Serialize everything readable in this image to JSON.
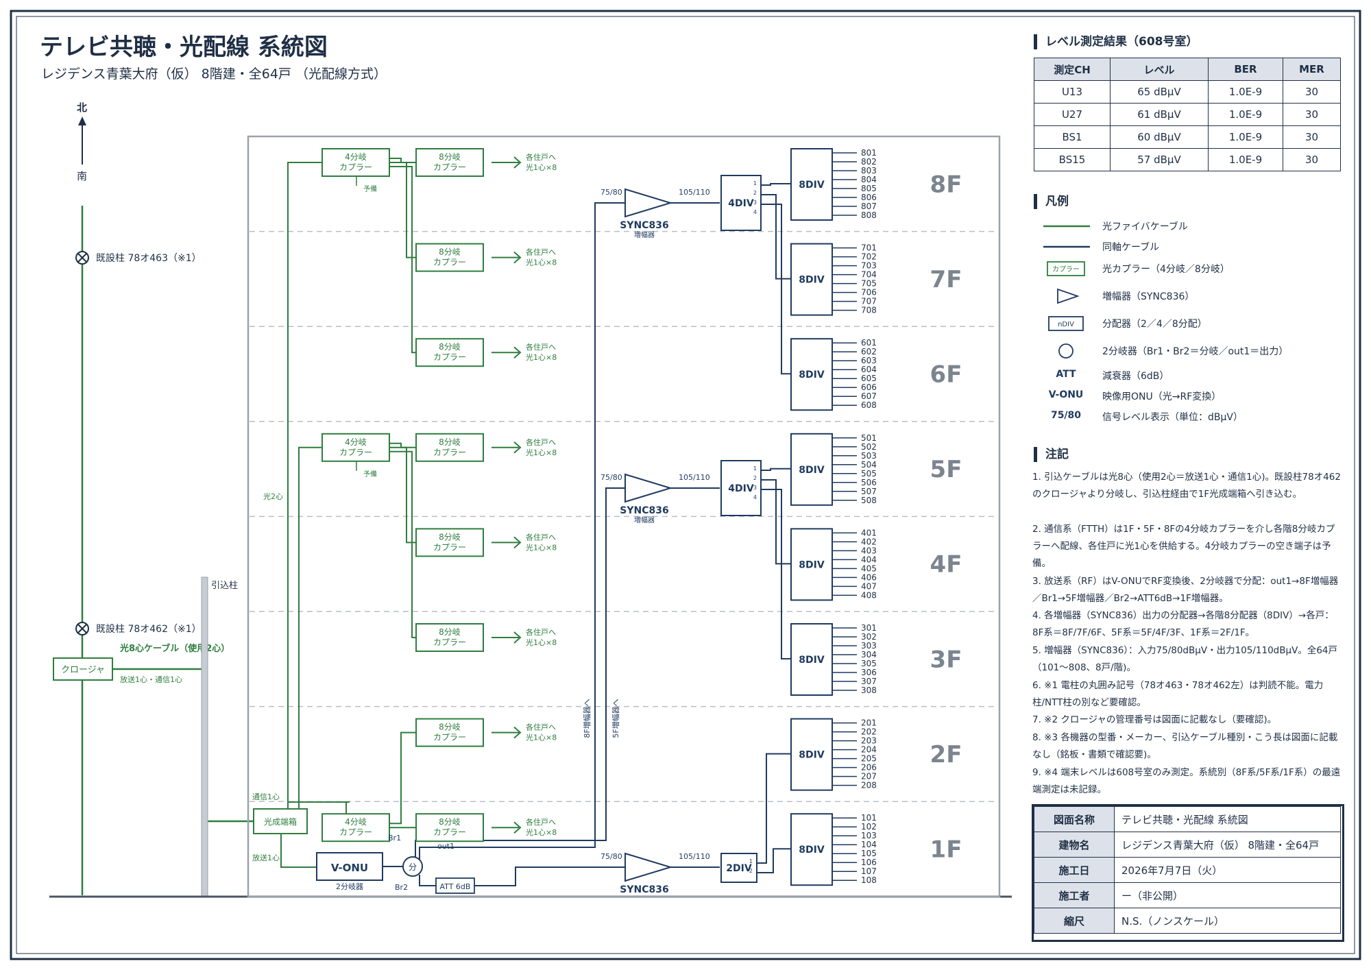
{
  "header": {
    "title": "テレビ共聴・光配線 系統図",
    "subtitle": "レジデンス青葉大府（仮） 8階建・全64戸 （光配線方式）"
  },
  "compass": {
    "north": "北",
    "south": "南"
  },
  "poles": {
    "pole1": "既設柱 78オ463（※1）",
    "pole2": "既設柱 78オ462（※1）",
    "drop_pole": "引込柱"
  },
  "closure": {
    "label": "クロージャ",
    "cable_label": "光8心ケーブル（使用2心）",
    "cable_sub": "放送1心・通信1心"
  },
  "floors": [
    "8F",
    "7F",
    "6F",
    "5F",
    "4F",
    "3F",
    "2F",
    "1F"
  ],
  "units": {
    "8F": [
      "801",
      "802",
      "803",
      "804",
      "805",
      "806",
      "807",
      "808"
    ],
    "7F": [
      "701",
      "702",
      "703",
      "704",
      "705",
      "706",
      "707",
      "708"
    ],
    "6F": [
      "601",
      "602",
      "603",
      "604",
      "605",
      "606",
      "607",
      "608"
    ],
    "5F": [
      "501",
      "502",
      "503",
      "504",
      "505",
      "506",
      "507",
      "508"
    ],
    "4F": [
      "401",
      "402",
      "403",
      "404",
      "405",
      "406",
      "407",
      "408"
    ],
    "3F": [
      "301",
      "302",
      "303",
      "304",
      "305",
      "306",
      "307",
      "308"
    ],
    "2F": [
      "201",
      "202",
      "203",
      "204",
      "205",
      "206",
      "207",
      "208"
    ],
    "1F": [
      "101",
      "102",
      "103",
      "104",
      "105",
      "106",
      "107",
      "108"
    ]
  },
  "blocks": {
    "coupler4": [
      "4分岐",
      "カプラー"
    ],
    "coupler8": [
      "8分岐",
      "カプラー"
    ],
    "spare": "予備",
    "dest": [
      "各住戸へ",
      "光1心×8"
    ],
    "amp": "SYNC836",
    "amp_sub": "増幅器",
    "amp_in": "75/80",
    "amp_out": "105/110",
    "div4": "4DIV",
    "div8": "8DIV",
    "div2": "2DIV",
    "optical_box": "光成端箱",
    "vonu": "V-ONU",
    "splitter": "分",
    "splitter_sub": "2分岐器",
    "att": "ATT 6dB",
    "br1": "Br1",
    "br2": "Br2",
    "out1": "out1",
    "fiber2": "光2心",
    "comm1": "通信1心",
    "broadcast1": "放送1心",
    "to8f": "8F増幅器へ",
    "to5f": "5F増幅器へ"
  },
  "level": {
    "heading": "レベル測定結果（608号室）",
    "headers": [
      "測定CH",
      "レベル",
      "BER",
      "MER"
    ],
    "rows": [
      [
        "U13",
        "65 dBμV",
        "1.0E-9",
        "30"
      ],
      [
        "U27",
        "61 dBμV",
        "1.0E-9",
        "30"
      ],
      [
        "BS1",
        "60 dBμV",
        "1.0E-9",
        "30"
      ],
      [
        "BS15",
        "57 dBμV",
        "1.0E-9",
        "30"
      ]
    ]
  },
  "legend": {
    "heading": "凡例",
    "items": [
      {
        "sym": "",
        "text": "光ファイバケーブル"
      },
      {
        "sym": "",
        "text": "同軸ケーブル"
      },
      {
        "sym": "カプラー",
        "text": "光カプラー（4分岐／8分岐）"
      },
      {
        "sym": "",
        "text": "増幅器（SYNC836）"
      },
      {
        "sym": "nDIV",
        "text": "分配器（2／4／8分配）"
      },
      {
        "sym": "",
        "text": "2分岐器（Br1・Br2＝分岐／out1＝出力）"
      },
      {
        "sym": "ATT",
        "text": "減衰器（6dB）"
      },
      {
        "sym": "V-ONU",
        "text": "映像用ONU（光→RF変換）"
      },
      {
        "sym": "75/80",
        "text": "信号レベル表示（単位：dBμV）"
      }
    ]
  },
  "notes": {
    "heading": "注記",
    "items": [
      "1. 引込ケーブルは光8心（使用2心＝放送1心・通信1心)。既設柱78オ462のクロージャより分岐し、引込柱経由で1F光成端箱へ引き込む。",
      "2. 通信系（FTTH）は1F・5F・8Fの4分岐カプラーを介し各階8分岐カプラーへ配線、各住戸に光1心を供給する。4分岐カプラーの空き端子は予備。",
      "3. 放送系（RF）はV-ONUでRF変換後、2分岐器で分配：out1→8F増幅器／Br1→5F増幅器／Br2→ATT6dB→1F増幅器。",
      "4. 各増幅器（SYNC836）出力の分配器→各階8分配器（8DIV）→各戸：8F系＝8F/7F/6F、5F系＝5F/4F/3F、1F系＝2F/1F。",
      "5. 増幅器（SYNC836）：入力75/80dBμV・出力105/110dBμV。全64戸（101〜808、8戸/階)。",
      "6. ※1 電柱の丸囲み記号（78オ463・78オ462左）は判読不能。電力柱/NTT柱の別など要確認。",
      "7. ※2 クロージャの管理番号は図面に記載なし（要確認)。",
      "8. ※3 各機器の型番・メーカー、引込ケーブル種別・こう長は図面に記載なし（銘板・書類で確認要)。",
      "9. ※4 端末レベルは608号室のみ測定。系統別（8F系/5F系/1F系）の最遠端測定は未記録。"
    ]
  },
  "title_block": {
    "rows": [
      {
        "k": "図面名称",
        "v": "テレビ共聴・光配線 系統図"
      },
      {
        "k": "建物名",
        "v": "レジデンス青葉大府（仮） 8階建・全64戸"
      },
      {
        "k": "施工日",
        "v": "2026年7月7日（火）"
      },
      {
        "k": "施工者",
        "v": "ー（非公開）"
      },
      {
        "k": "縮尺",
        "v": "N.S.（ノンスケール）"
      }
    ]
  },
  "colors": {
    "fiber": "#2e7d3e",
    "coax": "#1f3a5f",
    "ink": "#1f2f45",
    "gray": "#7c858f",
    "floorlabel": "#7c858f"
  }
}
